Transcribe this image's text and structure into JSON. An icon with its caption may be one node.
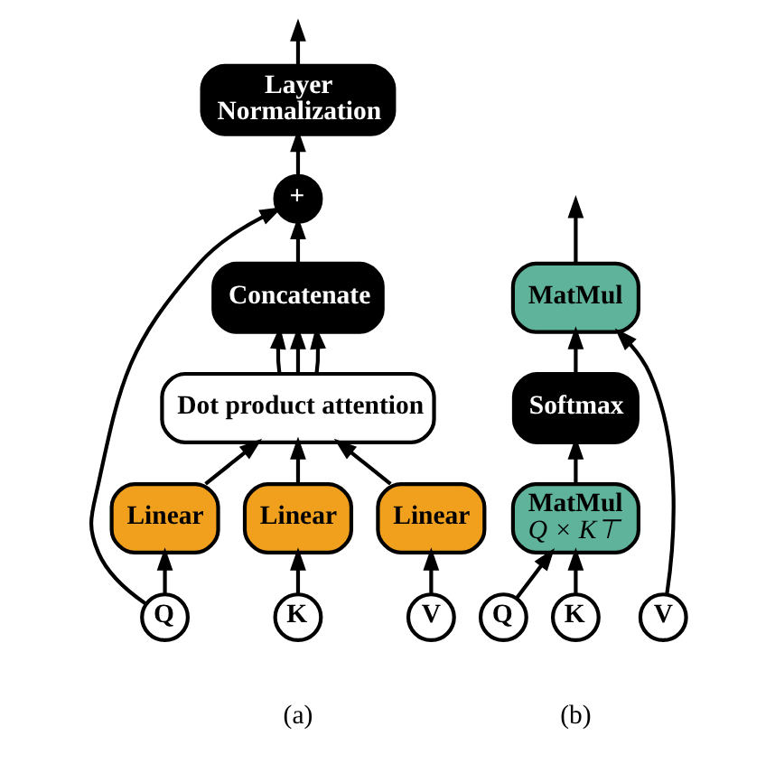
{
  "diagram": {
    "nodes": [
      {
        "text": [
          "Layer Normalization"
        ]
      },
      {
        "text": [
          "+"
        ]
      },
      {
        "text": [
          "Concatenate"
        ]
      },
      {
        "text": [
          "Dot product attention"
        ]
      },
      {
        "text": [
          "Linear"
        ]
      },
      {
        "text": [
          "Linear"
        ]
      },
      {
        "text": [
          "Linear"
        ]
      },
      {
        "text": [
          "Q"
        ]
      },
      {
        "text": [
          "K"
        ]
      },
      {
        "text": [
          "V"
        ]
      },
      {
        "text": [
          "MatMul"
        ]
      },
      {
        "text": [
          "Softmax"
        ]
      },
      {
        "text": [
          "MatMul",
          "Q × K⊤"
        ]
      },
      {
        "text": [
          "Q"
        ]
      },
      {
        "text": [
          "K"
        ]
      },
      {
        "text": [
          "V"
        ]
      }
    ],
    "edges": [
      {
        "from": 0,
        "to": null,
        "arrow": "to"
      },
      {
        "from": 1,
        "to": 0,
        "arrow": "to"
      },
      {
        "from": 2,
        "to": 1,
        "arrow": "to"
      },
      {
        "from": 7,
        "to": 1,
        "arrow": "to"
      },
      {
        "from": 3,
        "to": 2,
        "arrow": "to"
      },
      {
        "from": 3,
        "to": 2,
        "arrow": "to"
      },
      {
        "from": 3,
        "to": 2,
        "arrow": "to"
      },
      {
        "from": 4,
        "to": 3,
        "arrow": "to"
      },
      {
        "from": 5,
        "to": 3,
        "arrow": "to"
      },
      {
        "from": 6,
        "to": 3,
        "arrow": "to"
      },
      {
        "from": 7,
        "to": 4,
        "arrow": "to"
      },
      {
        "from": 8,
        "to": 5,
        "arrow": "to"
      },
      {
        "from": 9,
        "to": 6,
        "arrow": "to"
      },
      {
        "from": 10,
        "to": null,
        "arrow": "to"
      },
      {
        "from": 11,
        "to": 10,
        "arrow": "to"
      },
      {
        "from": 15,
        "to": 10,
        "arrow": "to"
      },
      {
        "from": 12,
        "to": 11,
        "arrow": "to"
      },
      {
        "from": 13,
        "to": 12,
        "arrow": "to"
      },
      {
        "from": 14,
        "to": 12,
        "arrow": "to"
      }
    ],
    "labels": [
      "(a)",
      "(b)"
    ]
  }
}
